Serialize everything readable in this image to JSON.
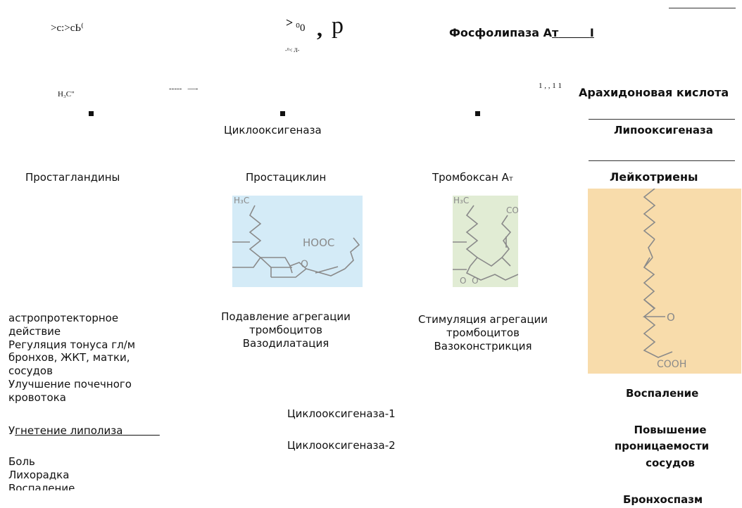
{
  "header": {
    "fragment_1": ">c:>cЬ⁽",
    "fragment_2_sup": ">",
    "fragment_2_mid": "⁰0",
    "fragment_2_comma": ",",
    "fragment_2_p": "р",
    "fragment_3": "-⁰< Л-",
    "fragment_h3c": "Н₃С\"",
    "fragment_dashes": "-----   —-",
    "fragment_numbers": "1 , , 1 1",
    "phospholipase": "Фосфолипаза А",
    "phospholipase_sub": "т",
    "phospholipase_bar": "I",
    "arachidonic": "Арахидоновая кислота"
  },
  "enzymes": {
    "cyclooxygenase": "Циклооксигеназа",
    "lipoxygenase": "Липооксигеназа"
  },
  "products": {
    "prostaglandins": "Простагландины",
    "prostacyclin": "Простациклин",
    "thromboxane": "Тромбоксан А",
    "thromboxane_sub": "т",
    "leukotrienes": "Лейкотриены"
  },
  "structures": {
    "prostacyclin_h3c": "H₃C",
    "prostacyclin_hooc": "HOOC",
    "prostacyclin_o": "O",
    "thromboxane_h3c": "H₃C",
    "thromboxane_co": "CO",
    "thromboxane_oo": "O  O",
    "leukotriene_o": "O",
    "leukotriene_cooh": "COOH",
    "colors": {
      "prostacyclin_bg": "#d4ebf7",
      "thromboxane_bg": "#e1ecd4",
      "leukotriene_bg": "#f8dcab",
      "stroke": "#8a8a8a"
    }
  },
  "effects": {
    "prostaglandins": [
      "астропротекторное",
      "действие",
      "Регуляция тонуса гл/м",
      "бронхов, ЖКТ, матки,",
      "сосудов",
      "Улучшение почечного",
      "кровотока"
    ],
    "lipolysis_prefix": "У",
    "lipolysis_rest": "гнетение липолиза",
    "prostaglandins_2": [
      "Боль",
      "Лихорадка",
      "Воспаление"
    ],
    "prostacyclin": [
      "Подавление агрегации",
      "тромбоцитов",
      "Вазодилатация"
    ],
    "thromboxane": [
      "Стимуляция агрегации",
      "тромбоцитов",
      "Вазоконстрикция"
    ],
    "leukotrienes_1": "Воспаление",
    "leukotrienes_2": [
      "Повышение",
      "проницаемости",
      "сосудов"
    ],
    "leukotrienes_3": "Бронхоспазм"
  },
  "isoforms": {
    "cox1": "Циклооксигеназа-1",
    "cox2": "Циклооксигеназа-2"
  }
}
